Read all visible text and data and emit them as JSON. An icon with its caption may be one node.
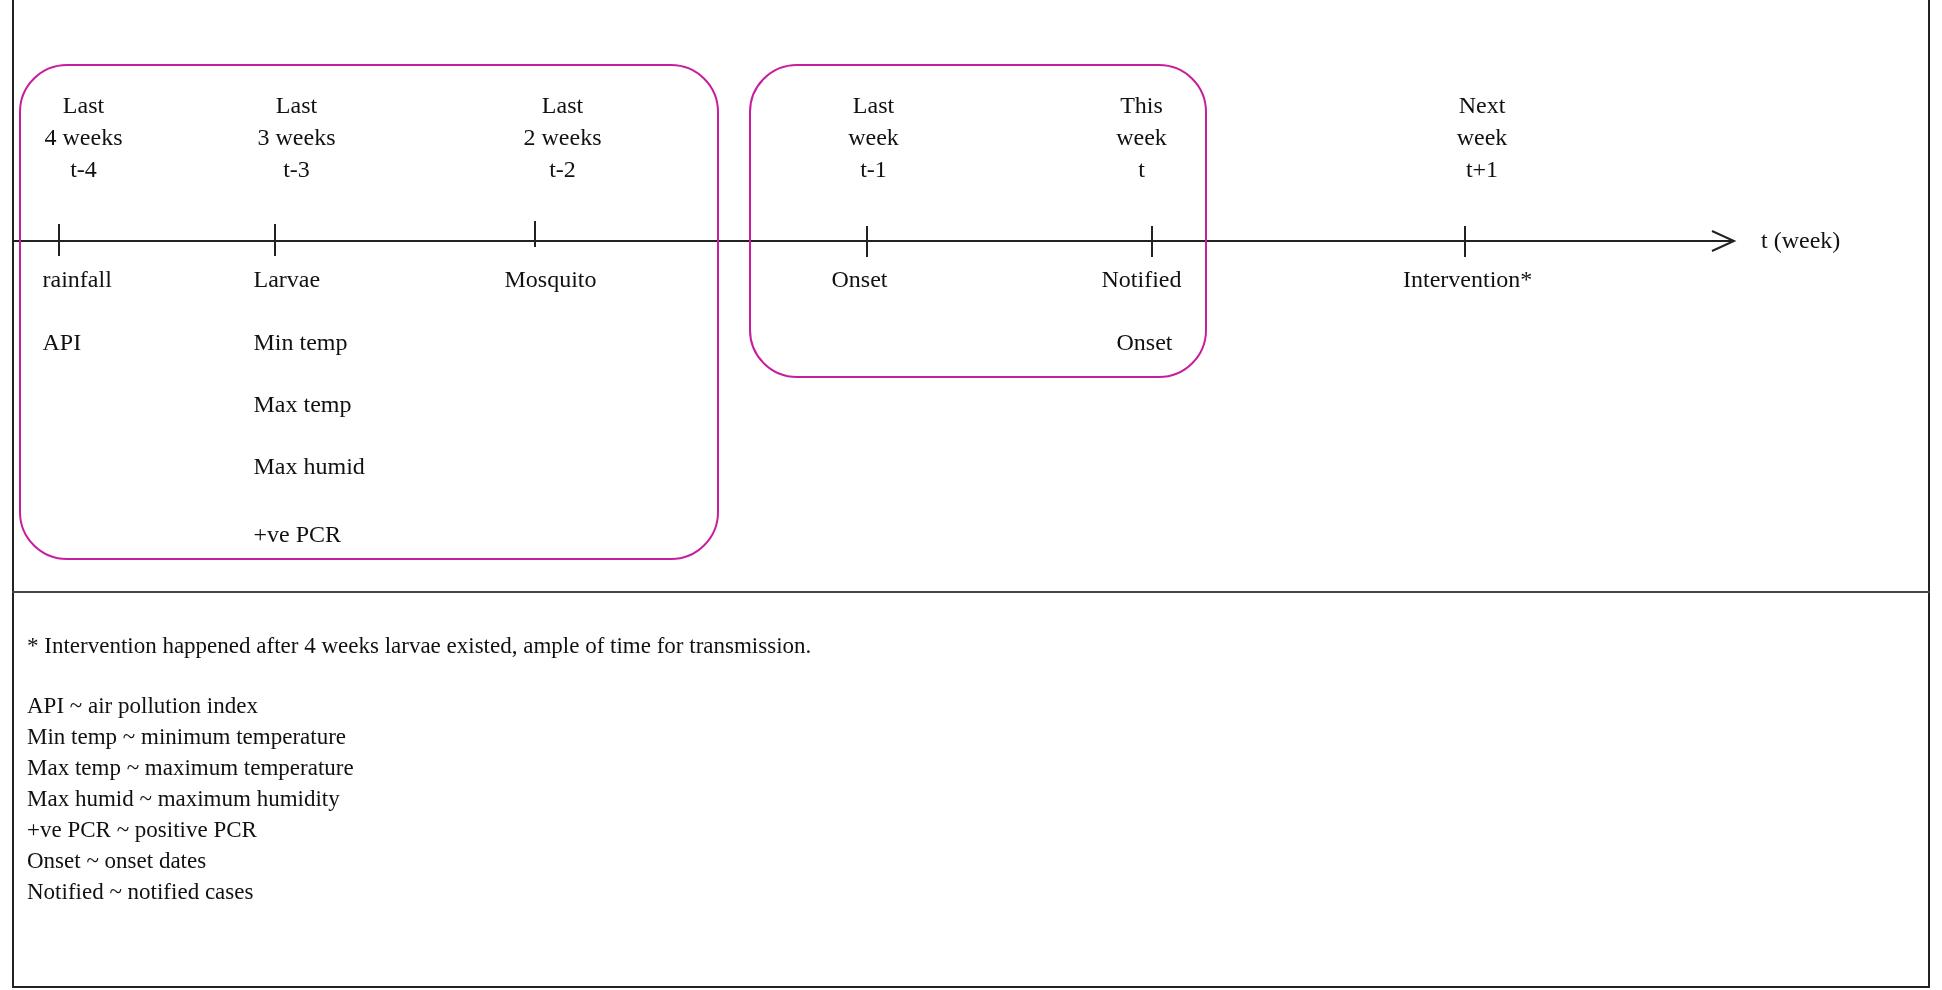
{
  "diagram": {
    "nodes": [
      {
        "text": [
          "Last 4 weeks t-4",
          "rainfall",
          "API",
          "Last 3 weeks t-3",
          "Larvae",
          "Min temp",
          "Max temp",
          "Max humid",
          "+ve PCR",
          "Last 2 weeks t-2",
          "Mosquito"
        ]
      },
      {
        "text": [
          "Last week t-1",
          "Onset",
          "This week t",
          "Notified",
          "Onset"
        ]
      }
    ],
    "labels": [
      "Next week t+1",
      "Intervention*",
      "t (week)",
      "* Intervention happened after 4 weeks larvae existed, ample of time for transmission.",
      "API ~ air pollution index",
      "Min temp ~ minimum temperature",
      "Max temp ~ maximum temperature",
      "Max humid ~ maximum humidity",
      "+ve PCR ~ positive PCR",
      "Onset ~ onset dates",
      "Notified ~ notified cases"
    ]
  }
}
